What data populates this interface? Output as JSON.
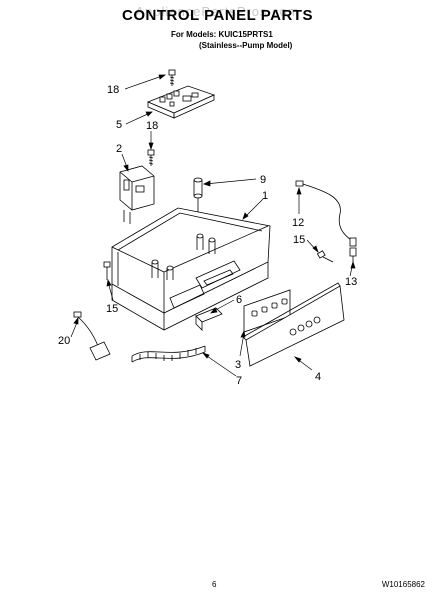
{
  "header": {
    "watermark": "AppliancePartsPros.com",
    "title": "CONTROL PANEL PARTS",
    "models_line": "For Models: KUIC15PRTS1",
    "variant_line": "(Stainless--Pump Model)"
  },
  "callouts": [
    {
      "id": "c18a",
      "label": "18"
    },
    {
      "id": "c5",
      "label": "5"
    },
    {
      "id": "c18b",
      "label": "18"
    },
    {
      "id": "c2",
      "label": "2"
    },
    {
      "id": "c9",
      "label": "9"
    },
    {
      "id": "c1",
      "label": "1"
    },
    {
      "id": "c12",
      "label": "12"
    },
    {
      "id": "c15a",
      "label": "15"
    },
    {
      "id": "c13",
      "label": "13"
    },
    {
      "id": "c15b",
      "label": "15"
    },
    {
      "id": "c6",
      "label": "6"
    },
    {
      "id": "c20",
      "label": "20"
    },
    {
      "id": "c3",
      "label": "3"
    },
    {
      "id": "c4",
      "label": "4"
    },
    {
      "id": "c7",
      "label": "7"
    }
  ],
  "footer": {
    "page_number": "6",
    "document_number": "W10165862"
  },
  "colors": {
    "line": "#000000",
    "background": "#ffffff",
    "watermark": "#c8c8c8"
  }
}
